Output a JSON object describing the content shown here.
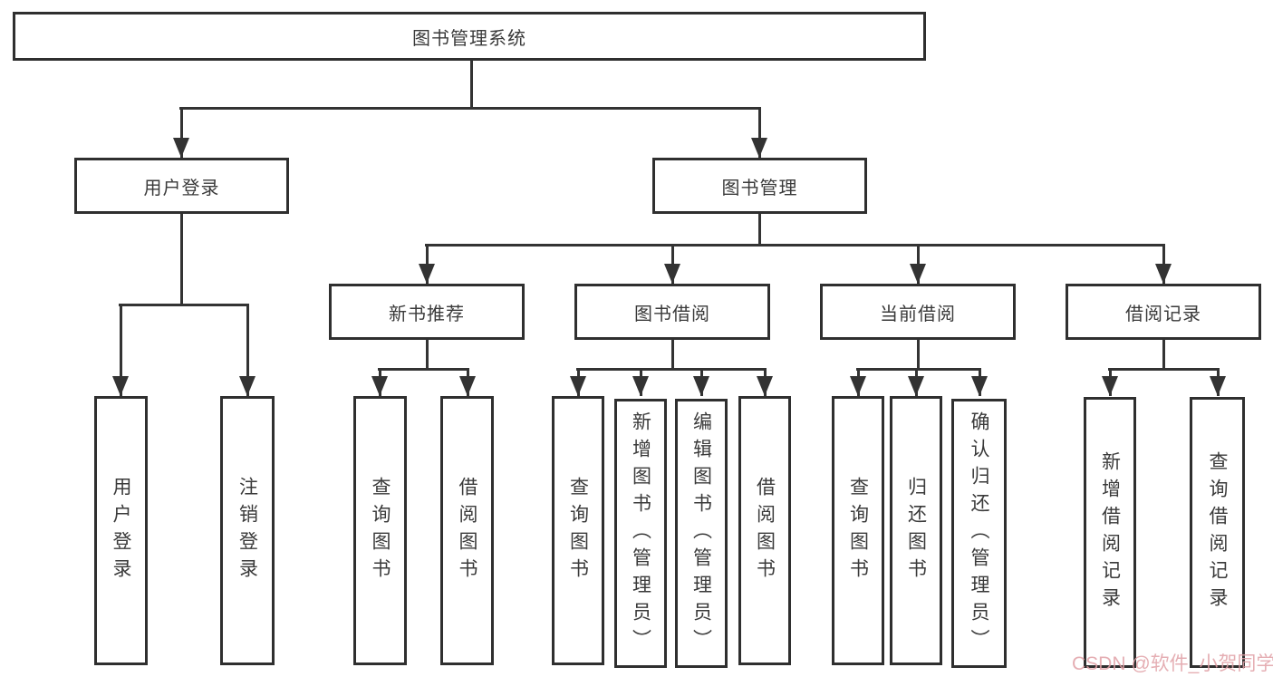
{
  "tree": {
    "root": "图书管理系统",
    "branches": [
      {
        "label": "用户登录",
        "children": [
          "用户登录",
          "注销登录"
        ]
      },
      {
        "label": "图书管理",
        "groups": [
          {
            "label": "新书推荐",
            "children": [
              "查询图书",
              "借阅图书"
            ]
          },
          {
            "label": "图书借阅",
            "children": [
              "查询图书",
              "新增图书（管理员）",
              "编辑图书（管理员）",
              "借阅图书"
            ]
          },
          {
            "label": "当前借阅",
            "children": [
              "查询图书",
              "归还图书",
              "确认归还（管理员）"
            ]
          },
          {
            "label": "借阅记录",
            "children": [
              "新增借阅记录",
              "查询借阅记录"
            ]
          }
        ]
      }
    ]
  },
  "watermark": {
    "text": "CSDN @软件_小贺同学"
  },
  "colors": {
    "line": "#333333",
    "border": "#2f2f2f",
    "text": "#3a3a3a",
    "watermark": "#e1a0a6"
  }
}
